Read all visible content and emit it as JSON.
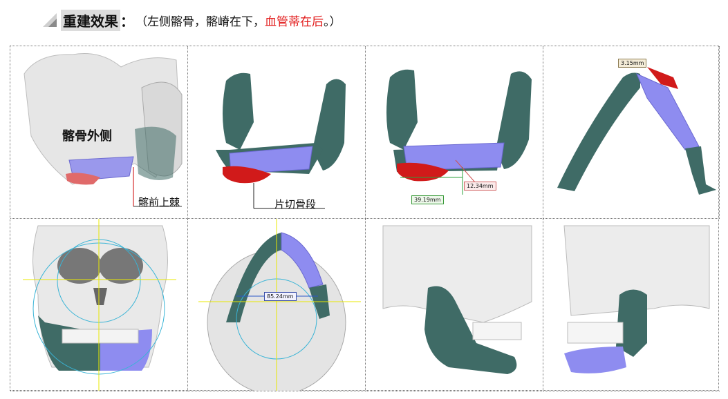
{
  "heading": {
    "label": "重建效果",
    "colon": "：",
    "note_prefix": "（左侧髂骨，髂嵴在下，",
    "note_red": "血管蒂在后",
    "note_suffix": "。）"
  },
  "panels": {
    "p1": {
      "label_outer": "髂骨外侧",
      "label_spine": "髂前上棘"
    },
    "p2": {
      "label_segment": "片切骨段"
    },
    "p3": {
      "meas_a": "12.34mm",
      "meas_b": "39.19mm"
    },
    "p4": {
      "meas_a": "3.15mm"
    },
    "p6": {
      "meas_a": "85.24mm"
    }
  },
  "colors": {
    "bone_teal": "#3f6b66",
    "graft_blue": "#8e8cf0",
    "graft_red": "#d11a1a",
    "skull_white": "#eeeeee",
    "guide_yellow": "#e8e800",
    "guide_cyan": "#39b4d6"
  }
}
